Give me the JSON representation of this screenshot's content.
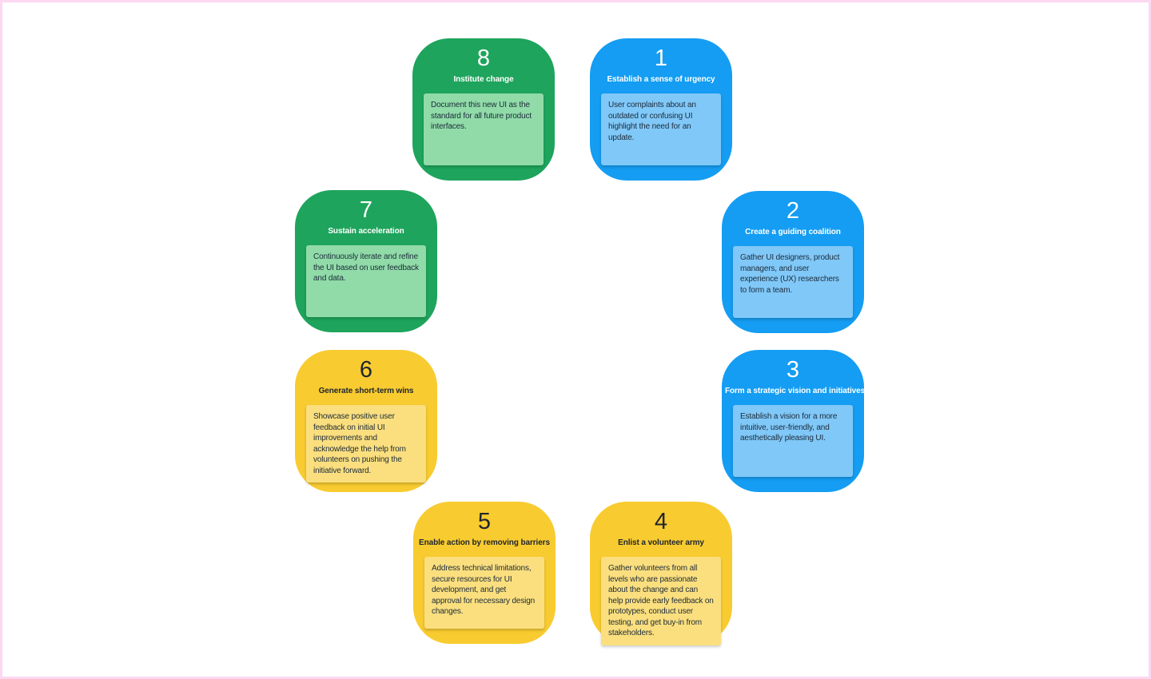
{
  "canvas": {
    "background": "#ffffff",
    "border_color": "#fcd8f2"
  },
  "colors": {
    "blue": {
      "card_bg": "#149df2",
      "note_bg": "#80c8f8",
      "heading": "#ffffff",
      "body": "#1c2b3a"
    },
    "yellow": {
      "card_bg": "#f8cb30",
      "note_bg": "#fbdf7e",
      "heading": "#20262e",
      "body": "#1c2b3a"
    },
    "green": {
      "card_bg": "#1ea45c",
      "note_bg": "#90dba8",
      "heading": "#ffffff",
      "body": "#1c2b3a"
    }
  },
  "cards": [
    {
      "number": "1",
      "title": "Establish a sense of urgency",
      "color": "blue",
      "body": "User complaints about an outdated or confusing UI highlight the need for an update."
    },
    {
      "number": "2",
      "title": "Create a guiding coalition",
      "color": "blue",
      "body": "Gather UI designers, product managers, and user experience (UX) researchers to form a team."
    },
    {
      "number": "3",
      "title": "Form a strategic vision and initiatives",
      "color": "blue",
      "body": "Establish a vision for a more intuitive, user-friendly, and aesthetically pleasing UI."
    },
    {
      "number": "4",
      "title": "Enlist a volunteer army",
      "color": "yellow",
      "body": "Gather volunteers from all levels who are passionate about the change and can help provide early feedback on prototypes, conduct user testing, and get buy-in from stakeholders."
    },
    {
      "number": "5",
      "title": "Enable action by removing barriers",
      "color": "yellow",
      "body": "Address technical limitations, secure resources for UI development, and get approval for necessary design changes."
    },
    {
      "number": "6",
      "title": "Generate short-term wins",
      "color": "yellow",
      "body": "Showcase positive user feedback on initial UI improvements and acknowledge the help from volunteers on pushing the initiative forward."
    },
    {
      "number": "7",
      "title": "Sustain acceleration",
      "color": "green",
      "body": "Continuously iterate and refine the UI based on user feedback and data."
    },
    {
      "number": "8",
      "title": "Institute change",
      "color": "green",
      "body": "Document this new UI as the standard for all future product interfaces."
    }
  ]
}
